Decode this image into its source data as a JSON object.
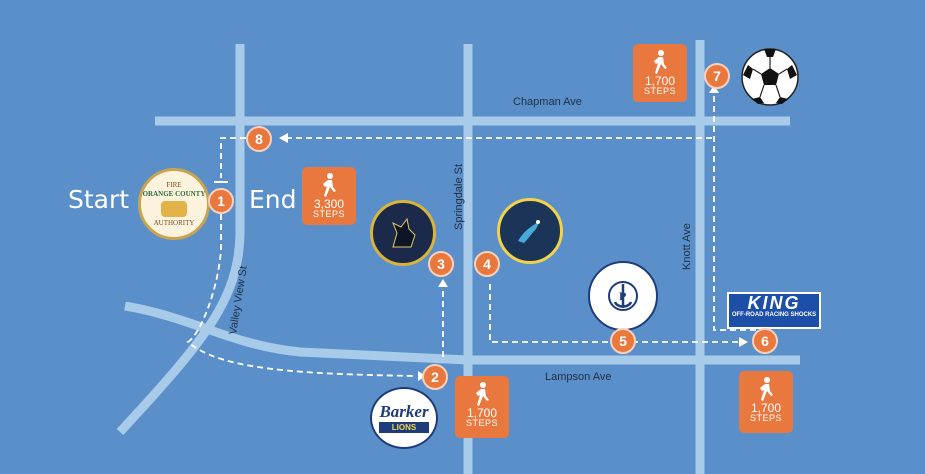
{
  "labels": {
    "start": "Start",
    "end": "End"
  },
  "streets": {
    "chapman": "Chapman Ave",
    "springdale": "Springdale St",
    "knott": "Knott Ave",
    "valley_view": "Valley View St",
    "lampson": "Lampson Ave"
  },
  "markers": [
    "1",
    "2",
    "3",
    "4",
    "5",
    "6",
    "7",
    "8"
  ],
  "steps": [
    {
      "value": "3,300",
      "unit": "STEPS"
    },
    {
      "value": "1,700",
      "unit": "STEPS"
    },
    {
      "value": "1,700",
      "unit": "STEPS"
    },
    {
      "value": "1,700",
      "unit": "STEPS"
    }
  ],
  "logos": {
    "fire": {
      "top": "FIRE",
      "name": "ORANGE COUNTY",
      "bottom": "AUTHORITY"
    },
    "barker": {
      "name": "Barker",
      "sub": "LIONS"
    },
    "king": {
      "name": "KING",
      "sub": "OFF-ROAD RACING SHOCKS"
    }
  },
  "colors": {
    "background": "#5b8fc9",
    "road": "#a8cbe9",
    "marker": "#e8783e",
    "route": "#ffffff"
  },
  "icons": [
    "walker-icon",
    "soccer-ball-icon",
    "fire-authority-logo",
    "school-logo"
  ]
}
